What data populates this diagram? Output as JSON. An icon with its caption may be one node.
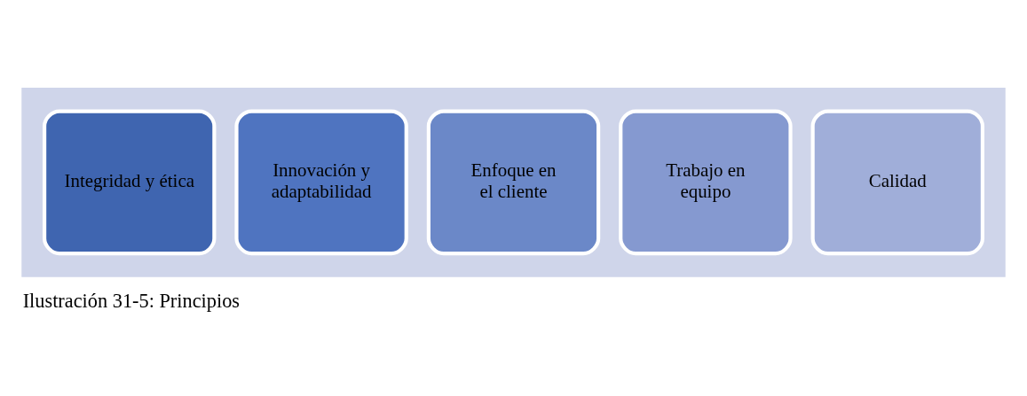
{
  "diagram": {
    "caption": "Ilustración 31-5: Principios",
    "nodes": [
      {
        "text": [],
        "shape": "arrow"
      },
      {
        "text": [
          "Integridad y ética"
        ],
        "in": 0
      },
      {
        "text": [
          "Innovación y adaptabilidad"
        ],
        "in": 0
      },
      {
        "text": [
          "Enfoque en el cliente"
        ],
        "in": 0
      },
      {
        "text": [
          "Trabajo en equipo"
        ],
        "in": 0
      },
      {
        "text": [
          "Calidad"
        ],
        "in": 0
      }
    ]
  }
}
